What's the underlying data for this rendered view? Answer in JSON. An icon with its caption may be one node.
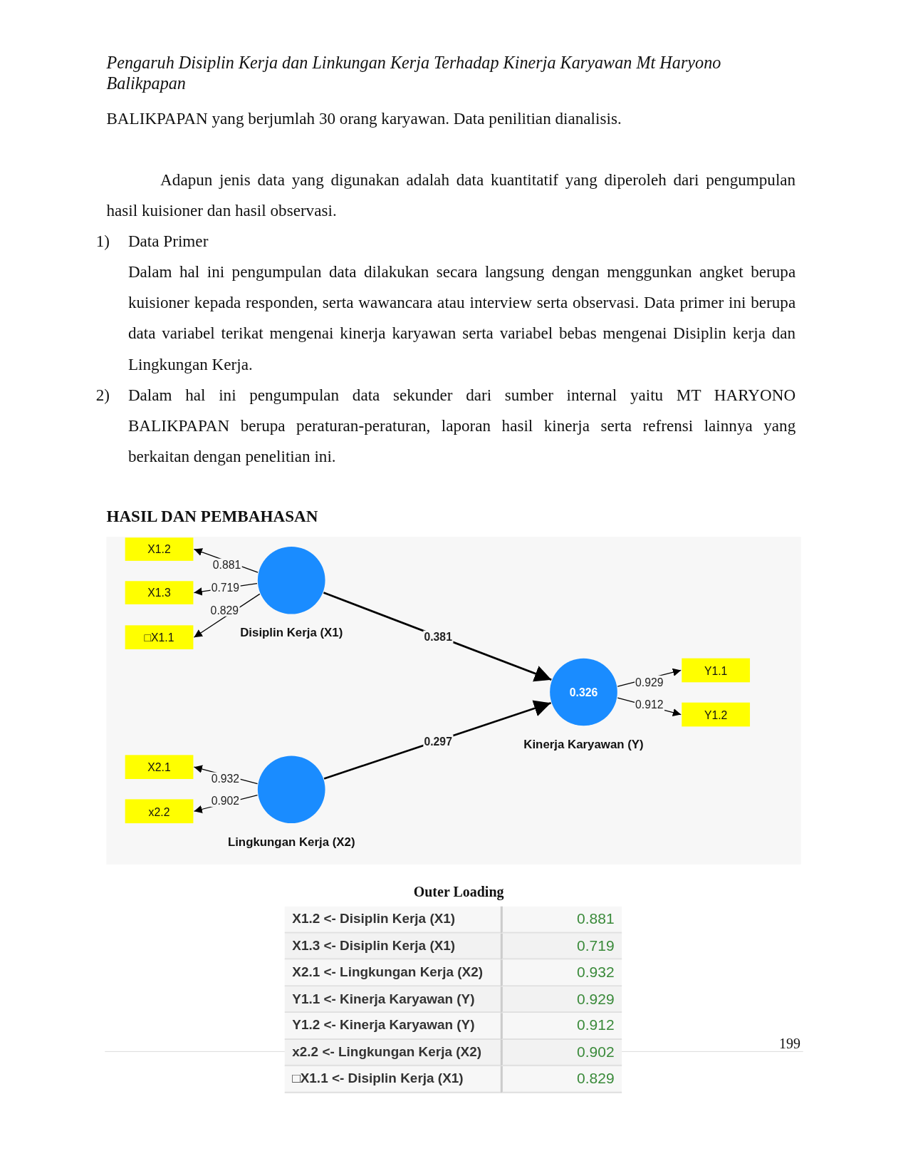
{
  "diagram": {
    "nodes": [
      {
        "text": [
          "X1.2"
        ]
      },
      {
        "text": [
          "X1.3"
        ]
      },
      {
        "text": [
          "□X1.1"
        ]
      },
      {
        "text": [
          "Disiplin Kerja (X1)"
        ]
      },
      {
        "text": [
          "0.326",
          "Kinerja Karyawan (Y)"
        ]
      },
      {
        "text": [
          "Y1.1"
        ]
      },
      {
        "text": [
          "Y1.2"
        ]
      },
      {
        "text": [
          "X2.1"
        ]
      },
      {
        "text": [
          "x2.2"
        ]
      },
      {
        "text": [
          "Lingkungan Kerja (X2)"
        ]
      }
    ],
    "edges": [
      {
        "from": 3,
        "to": 0,
        "arrow": "to",
        "label": "0.881"
      },
      {
        "from": 3,
        "to": 1,
        "arrow": "to",
        "label": "0.719"
      },
      {
        "from": 3,
        "to": 2,
        "arrow": "to",
        "label": "0.829"
      },
      {
        "from": 3,
        "to": 4,
        "arrow": "to",
        "label": "0.381"
      },
      {
        "from": 4,
        "to": 5,
        "arrow": "to",
        "label": "0.929"
      },
      {
        "from": 4,
        "to": 6,
        "arrow": "to",
        "label": "0.912"
      },
      {
        "from": 9,
        "to": 4,
        "arrow": "to",
        "label": "0.297"
      },
      {
        "from": 9,
        "to": 7,
        "arrow": "to",
        "label": "0.932"
      },
      {
        "from": 9,
        "to": 8,
        "arrow": "to",
        "label": "0.902"
      }
    ],
    "labels": [
      "Pengaruh Disiplin Kerja dan Linkungan Kerja Terhadap Kinerja Karyawan Mt Haryono Balikpapan",
      "BALIKPAPAN yang berjumlah 30 orang karyawan. Data penilitian dianalisis.",
      "Adapun jenis data yang digunakan adalah data kuantitatif yang diperoleh dari pengumpulan hasil kuisioner dan hasil observasi.",
      "1)",
      "Data Primer",
      "Dalam hal ini pengumpulan data dilakukan secara langsung dengan menggunkan angket berupa kuisioner kepada responden, serta wawancara atau interview serta observasi. Data primer ini berupa data variabel terikat mengenai kinerja karyawan serta variabel bebas mengenai Disiplin kerja dan Lingkungan Kerja.",
      "2)",
      "Dalam hal ini pengumpulan data sekunder dari sumber internal yaitu MT HARYONO BALIKPAPAN berupa peraturan-peraturan, laporan hasil kinerja serta refrensi lainnya yang berkaitan dengan penelitian ini.",
      "HASIL DAN PEMBAHASAN",
      "Outer Loading",
      "X1.2 <- Disiplin Kerja (X1)",
      "0.881",
      "X1.3 <- Disiplin Kerja (X1)",
      "0.719",
      "X2.1 <- Lingkungan Kerja (X2)",
      "0.932",
      "Y1.1 <- Kinerja Karyawan (Y)",
      "0.929",
      "Y1.2 <- Kinerja Karyawan (Y)",
      "0.912",
      "x2.2 <- Lingkungan Kerja (X2)",
      "0.902",
      "□X1.1 <- Disiplin Kerja (X1)",
      "0.829",
      "199"
    ]
  }
}
